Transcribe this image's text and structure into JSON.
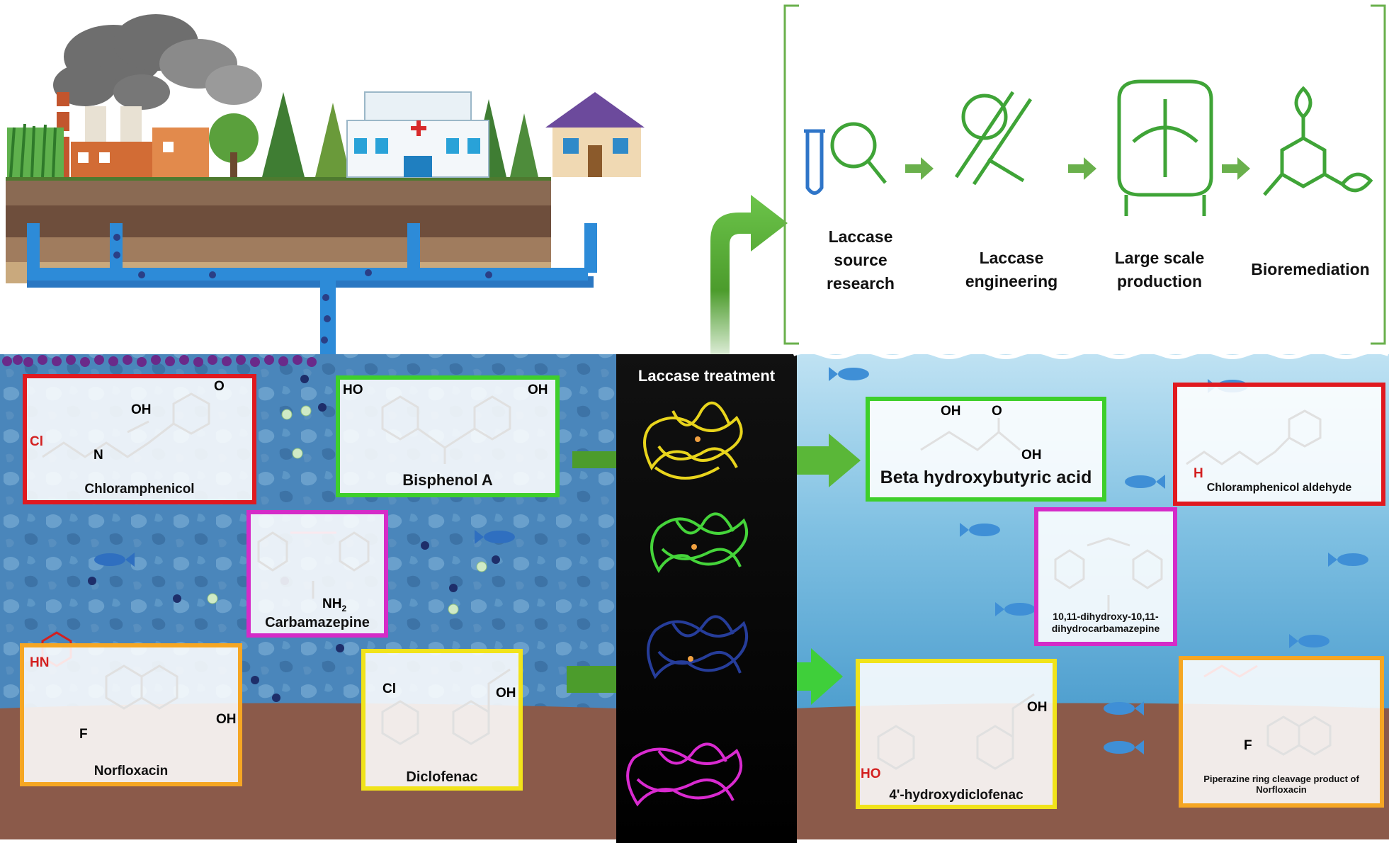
{
  "process_steps": [
    {
      "label": "Laccase\nsource\nresearch",
      "icon": "magnifier-testtube-icon"
    },
    {
      "label": "Laccase\nengineering",
      "icon": "dna-gear-wrench-icon"
    },
    {
      "label": "Large scale\nproduction",
      "icon": "bioreactor-icon"
    },
    {
      "label": "Bioremediation",
      "icon": "benzene-leaf-icon"
    }
  ],
  "treatment": {
    "title": "Laccase treatment"
  },
  "pollutants": {
    "chloramphenicol": "Chloramphenicol",
    "bisphenol_a": "Bisphenol A",
    "carbamazepine": "Carbamazepine",
    "norfloxacin": "Norfloxacin",
    "diclofenac": "Diclofenac"
  },
  "products": {
    "beta_hydroxybutyric": "Beta hydroxybutyric acid",
    "chloramphenicol_aldehyde": "Chloramphenicol aldehyde",
    "dihydroxy_cbz": "10,11-dihydroxy-10,11-\ndihydrocarbamazepine",
    "hydroxydiclofenac": "4'-hydroxydiclofenac",
    "norfloxacin_product": "Piperazine ring cleavage product of\nNorfloxacin"
  },
  "atoms": {
    "oh": "OH",
    "ho": "HO",
    "cl": "Cl",
    "n": "N",
    "h": "H",
    "hn": "HN",
    "nh2": "NH",
    "nh2_sub": "2",
    "no2": "N",
    "o": "O",
    "f": "F",
    "o_minus": "O"
  },
  "colors": {
    "green_frame": "#6ab04c",
    "red_box": "#e0191f",
    "green_box": "#3ecf2b",
    "magenta_box": "#d52bc8",
    "orange_box": "#f5a623",
    "yellow_box": "#f1e31a",
    "water": "#5aa6cf",
    "soil": "#8b5a4a",
    "arrow_green": "#5ab738"
  }
}
